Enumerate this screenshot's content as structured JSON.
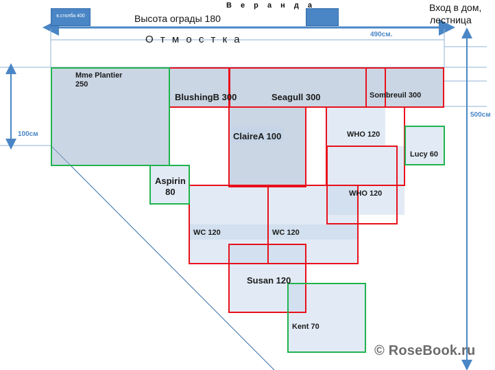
{
  "header": {
    "fence_height_label": "Высота ограды 180",
    "veranda_label": "В е р а н д а",
    "entrance_label_line1": "Вход в дом,",
    "entrance_label_line2": "лестница",
    "post_label": "в.столба 400"
  },
  "dimensions": {
    "width_label": "490см.",
    "height_label": "500см",
    "strip_label": "100см"
  },
  "zones": {
    "otmostka_label": "О т м о с т к а"
  },
  "plants": [
    {
      "name_line1": "Mme Plantier",
      "name_line2": "250"
    },
    {
      "name": "BlushingB 300"
    },
    {
      "name": "Seagull 300"
    },
    {
      "name": "Sombreuil 300"
    },
    {
      "name": "ClaireA 100"
    },
    {
      "name": "WHO 120"
    },
    {
      "name": "Lucy 60"
    },
    {
      "name": "WHO 120"
    },
    {
      "name_line1": "Aspirin",
      "name_line2": "80"
    },
    {
      "name": "WC 120"
    },
    {
      "name": "WC 120"
    },
    {
      "name": "Susan 120"
    },
    {
      "name": "Kent 70"
    }
  ],
  "colors": {
    "accent_blue": "#4a86c5",
    "bed_red": "#e8101b",
    "bed_green": "#1fb34d"
  },
  "watermark": {
    "text": "© RoseBook.ru"
  }
}
